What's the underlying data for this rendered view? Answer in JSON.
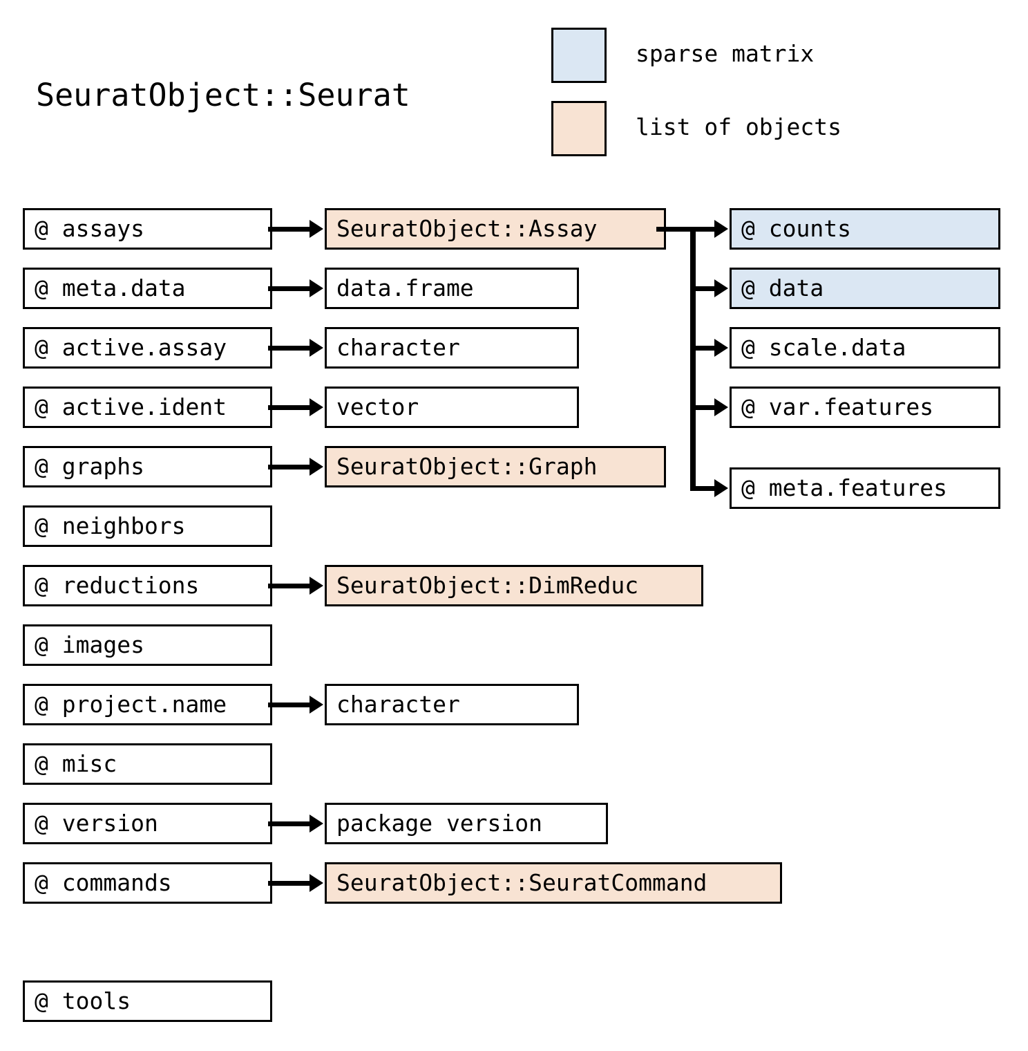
{
  "diagram": {
    "title": "SeuratObject::Seurat",
    "colors": {
      "sparse_matrix": "#dbe7f3",
      "list_of_objects": "#f8e3d3",
      "outline": "#000000",
      "background": "#ffffff"
    }
  },
  "legend": {
    "items": [
      {
        "label": "sparse matrix",
        "color": "#dbe7f3",
        "swatch_name": "legend-swatch-sparse-matrix"
      },
      {
        "label": "list of objects",
        "color": "#f8e3d3",
        "swatch_name": "legend-swatch-list-of-objects"
      }
    ]
  },
  "slots": [
    {
      "name": "assays",
      "label": "@ assays",
      "type": null,
      "type_fill": "none"
    },
    {
      "name": "meta.data",
      "label": "@ meta.data",
      "type": "data.frame",
      "type_fill": "none"
    },
    {
      "name": "active.assay",
      "label": "@ active.assay",
      "type": "character",
      "type_fill": "none"
    },
    {
      "name": "active.ident",
      "label": "@ active.ident",
      "type": "vector",
      "type_fill": "none"
    },
    {
      "name": "graphs",
      "label": "@ graphs",
      "type": "SeuratObject::Graph",
      "type_fill": "list_of_objects"
    },
    {
      "name": "neighbors",
      "label": "@ neighbors",
      "type": null,
      "type_fill": "none"
    },
    {
      "name": "reductions",
      "label": "@ reductions",
      "type": "SeuratObject::DimReduc",
      "type_fill": "list_of_objects"
    },
    {
      "name": "images",
      "label": "@ images",
      "type": null,
      "type_fill": "none"
    },
    {
      "name": "project.name",
      "label": "@ project.name",
      "type": "character",
      "type_fill": "none"
    },
    {
      "name": "misc",
      "label": "@ misc",
      "type": null,
      "type_fill": "none"
    },
    {
      "name": "version",
      "label": "@ version",
      "type": "package version",
      "type_fill": "none"
    },
    {
      "name": "commands",
      "label": "@ commands",
      "type": "SeuratObject::SeuratCommand",
      "type_fill": "list_of_objects"
    },
    {
      "name": "tools",
      "label": "@ tools",
      "type": null,
      "type_fill": "none"
    }
  ],
  "assay_node": {
    "label": "SeuratObject::Assay",
    "fill": "list_of_objects"
  },
  "assay_slots": [
    {
      "name": "counts",
      "label": "@ counts",
      "fill": "sparse_matrix"
    },
    {
      "name": "data",
      "label": "@ data",
      "fill": "sparse_matrix"
    },
    {
      "name": "scale.data",
      "label": "@ scale.data",
      "fill": "none"
    },
    {
      "name": "var.features",
      "label": "@ var.features",
      "fill": "none"
    },
    {
      "name": "meta.features",
      "label": "@ meta.features",
      "fill": "none"
    }
  ]
}
